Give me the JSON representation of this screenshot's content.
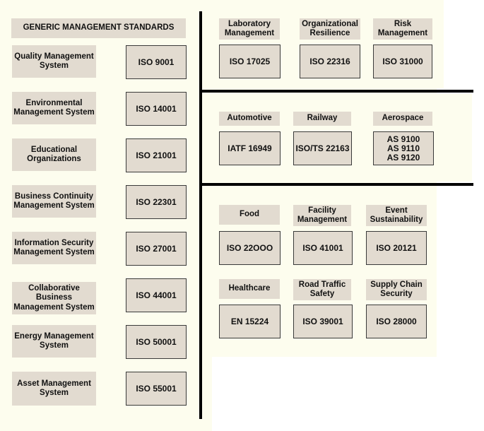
{
  "generic_title": "GENERIC MANAGEMENT STANDARDS",
  "generic": [
    {
      "label": "Quality Management System",
      "code": "ISO 9001"
    },
    {
      "label": "Environmental Management System",
      "code": "ISO 14001"
    },
    {
      "label": "Educational Organizations",
      "code": "ISO 21001"
    },
    {
      "label": "Business Continuity Management System",
      "code": "ISO 22301"
    },
    {
      "label": "Information Security Management System",
      "code": "ISO 27001"
    },
    {
      "label": "Collaborative Business Management System",
      "code": "ISO 44001"
    },
    {
      "label": "Energy Management System",
      "code": "ISO 50001"
    },
    {
      "label": "Asset Management System",
      "code": "ISO 55001"
    }
  ],
  "group1": [
    {
      "label": "Laboratory Management",
      "code": "ISO 17025"
    },
    {
      "label": "Organizational Resilience",
      "code": "ISO 22316"
    },
    {
      "label": "Risk Management",
      "code": "ISO 31000"
    }
  ],
  "group2": [
    {
      "label": "Automotive",
      "code": "IATF 16949"
    },
    {
      "label": "Railway",
      "code": "ISO/TS 22163"
    },
    {
      "label": "Aerospace",
      "code": "AS 9100\nAS 9110\nAS 9120"
    }
  ],
  "group3": [
    {
      "label": "Food",
      "code": "ISO 22OOO"
    },
    {
      "label": "Facility Management",
      "code": "ISO 41001"
    },
    {
      "label": "Event Sustainability",
      "code": "ISO 20121"
    },
    {
      "label": "Healthcare",
      "code": "EN 15224"
    },
    {
      "label": "Road Traffic Safety",
      "code": "ISO 39001"
    },
    {
      "label": "Supply Chain Security",
      "code": "ISO 28000"
    }
  ]
}
